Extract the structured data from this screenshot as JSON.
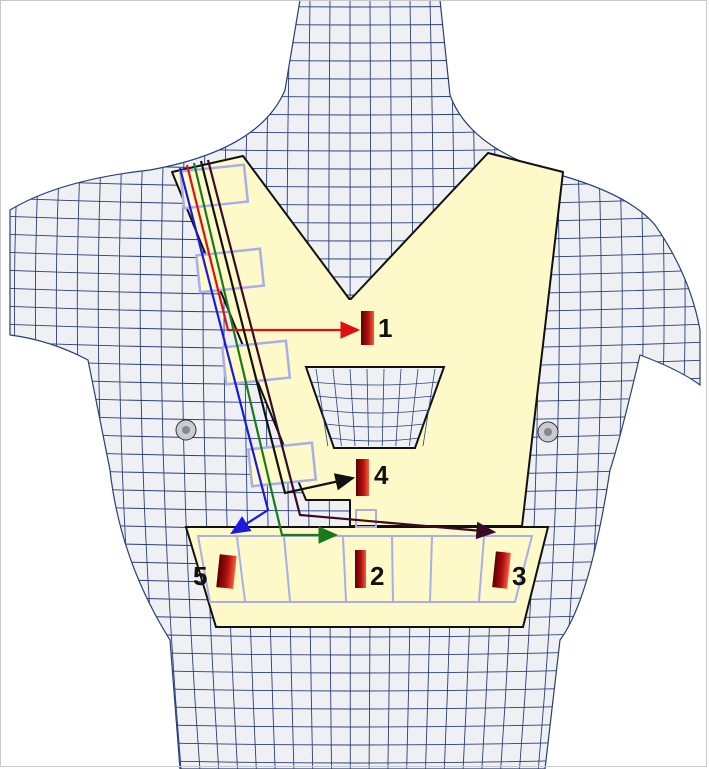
{
  "colors": {
    "mesh_line": "#2a3f78",
    "mesh_fill": "#eef0f4",
    "harness_fill": "#fdf9c8",
    "harness_outline": "#111111",
    "pad_outline": "#a9aee8",
    "wire_red": "#e01010",
    "wire_blue": "#1a1adf",
    "wire_green": "#1a7a1a",
    "wire_dark": "#3a0a28",
    "wire_black": "#111111",
    "actuator_dark": "#6a0000",
    "actuator_light": "#e83a2a"
  },
  "actuators": [
    {
      "id": "actuator-1",
      "label": "1"
    },
    {
      "id": "actuator-2",
      "label": "2"
    },
    {
      "id": "actuator-3",
      "label": "3"
    },
    {
      "id": "actuator-4",
      "label": "4"
    },
    {
      "id": "actuator-5",
      "label": "5"
    }
  ],
  "wires": [
    {
      "id": "wire-red",
      "color": "wire_red",
      "target": "actuator-1"
    },
    {
      "id": "wire-blue",
      "color": "wire_blue",
      "target": "actuator-5"
    },
    {
      "id": "wire-green",
      "color": "wire_green",
      "target": "actuator-2"
    },
    {
      "id": "wire-dark",
      "color": "wire_dark",
      "target": "actuator-3"
    },
    {
      "id": "wire-black",
      "color": "wire_black",
      "target": "actuator-4"
    }
  ]
}
